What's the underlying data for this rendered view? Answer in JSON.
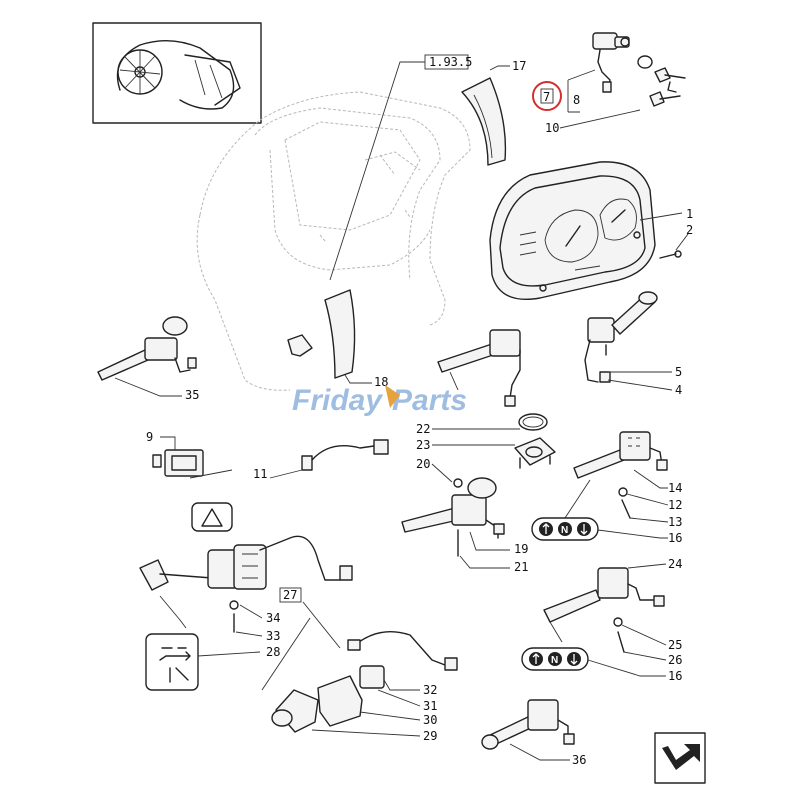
{
  "watermark": {
    "left": "Friday",
    "right": "Parts",
    "color": "#8fb2dc"
  },
  "ref_box": "1.93.5",
  "highlight_color": "#d32f2f",
  "callouts": {
    "c1": "1",
    "c2": "2",
    "c4": "4",
    "c5": "5",
    "c7": "7",
    "c8": "8",
    "c9": "9",
    "c10": "10",
    "c11": "11",
    "c12": "12",
    "c13": "13",
    "c14": "14",
    "c16a": "16",
    "c16b": "16",
    "c17": "17",
    "c18": "18",
    "c19": "19",
    "c20": "20",
    "c21": "21",
    "c22": "22",
    "c23": "23",
    "c24": "24",
    "c25": "25",
    "c26": "26",
    "c27": "27",
    "c28": "28",
    "c29": "29",
    "c30": "30",
    "c31": "31",
    "c32": "32",
    "c33": "33",
    "c34": "34",
    "c35": "35",
    "c36": "36"
  },
  "symbols": {
    "neutral_letter": "N",
    "neutral_letter_2": "N"
  },
  "icons": [
    "tractor-cab-thumbnail-icon",
    "hazard-warning-icon",
    "turn-signal-icon",
    "navigation-arrow-icon"
  ]
}
